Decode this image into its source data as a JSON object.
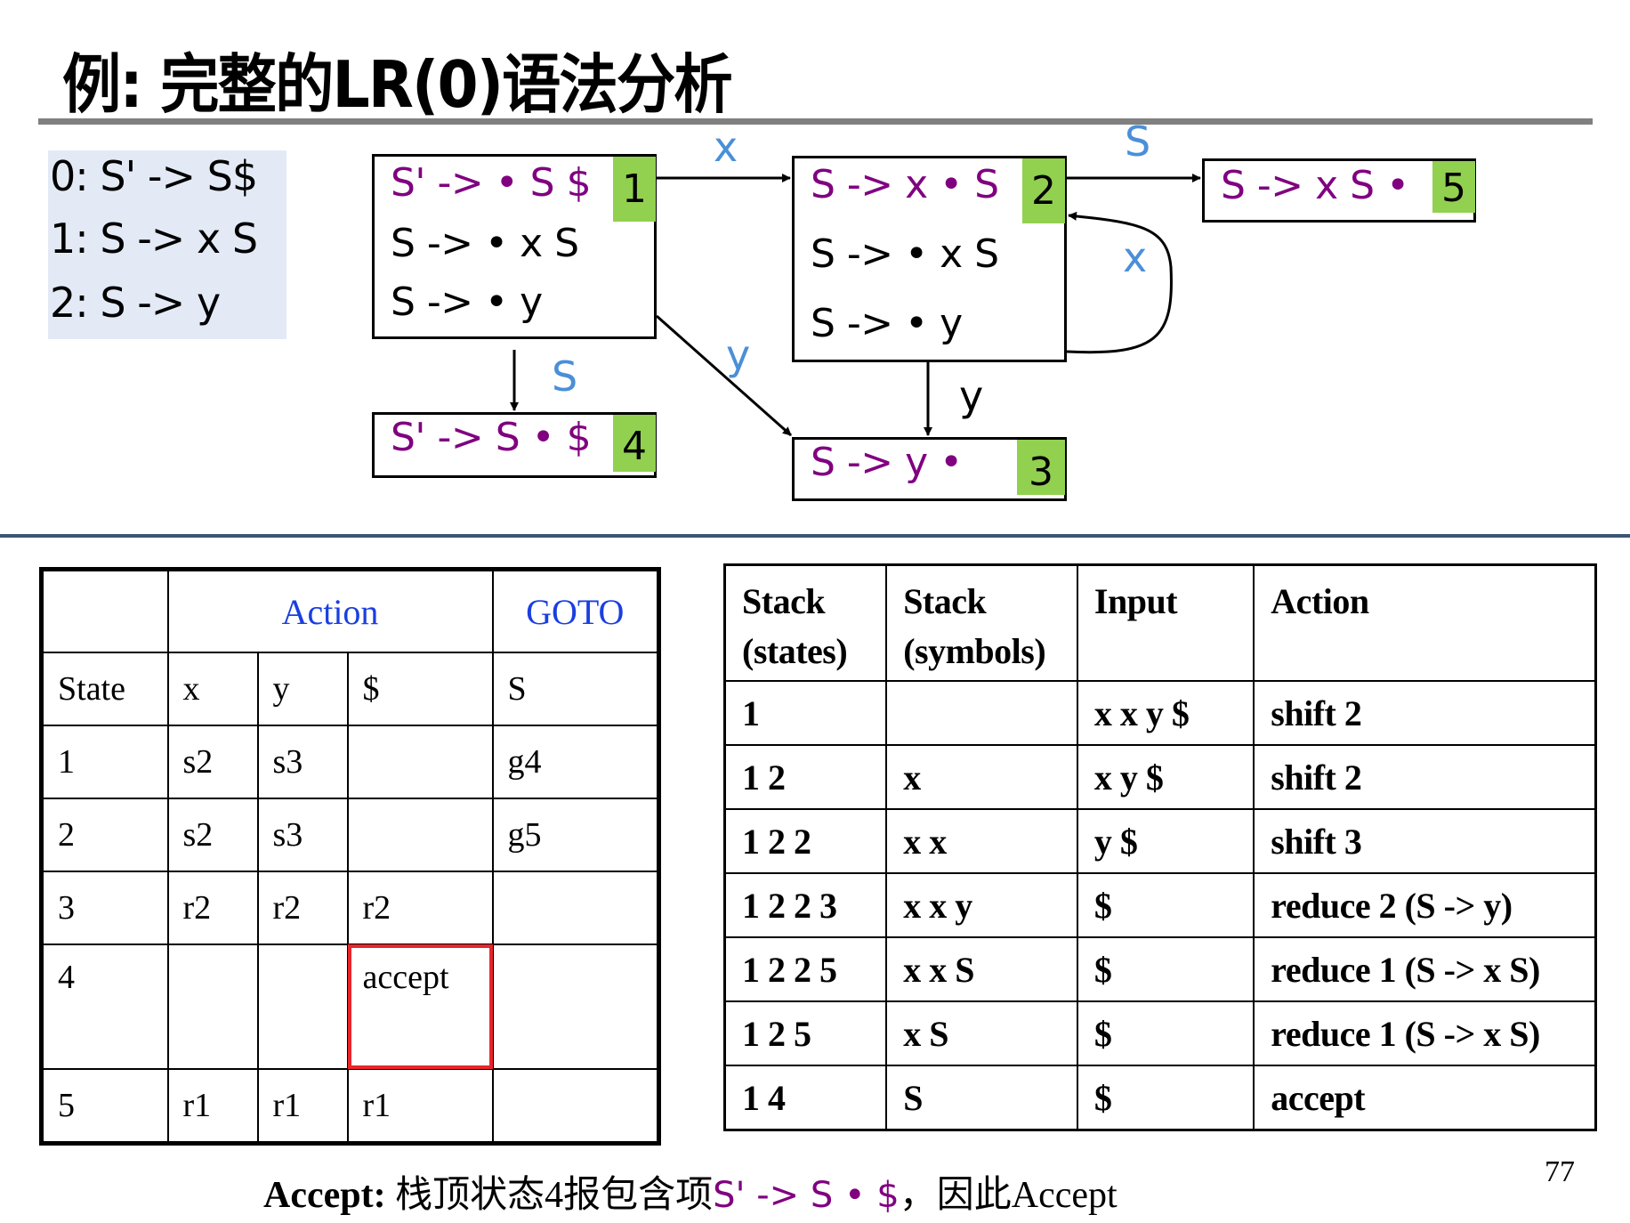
{
  "slide": {
    "title": "例: 完整的LR(0)语法分析",
    "page_number": "77"
  },
  "grammar": {
    "productions": [
      "0: S' -> S$",
      "1: S -> x S",
      "2: S -> y"
    ]
  },
  "automaton": {
    "states": [
      {
        "id": "1",
        "kernel": [
          "S' -> • S $"
        ],
        "closure": [
          "S -> • x S",
          "S -> • y"
        ]
      },
      {
        "id": "2",
        "kernel": [
          "S -> x • S"
        ],
        "closure": [
          "S -> • x S",
          "S -> • y"
        ]
      },
      {
        "id": "3",
        "kernel": [
          "S -> y •"
        ],
        "closure": []
      },
      {
        "id": "4",
        "kernel": [
          "S' -> S • $"
        ],
        "closure": []
      },
      {
        "id": "5",
        "kernel": [
          "S -> x S •"
        ],
        "closure": []
      }
    ],
    "transitions": [
      {
        "from": "1",
        "to": "2",
        "symbol": "x"
      },
      {
        "from": "2",
        "to": "5",
        "symbol": "S"
      },
      {
        "from": "2",
        "to": "2",
        "symbol": "x"
      },
      {
        "from": "1",
        "to": "4",
        "symbol": "S"
      },
      {
        "from": "1",
        "to": "3",
        "symbol": "y"
      },
      {
        "from": "2",
        "to": "3",
        "symbol": "y"
      }
    ],
    "colors": {
      "kernel": "#800080",
      "closure": "#000000",
      "badge": "#92d050",
      "edge_label": "#4a8fd8"
    }
  },
  "parse_table": {
    "group_headers": {
      "action": "Action",
      "goto": "GOTO"
    },
    "columns": [
      "State",
      "x",
      "y",
      "$",
      "S"
    ],
    "rows": [
      [
        "1",
        "s2",
        "s3",
        "",
        "g4"
      ],
      [
        "2",
        "s2",
        "s3",
        "",
        "g5"
      ],
      [
        "3",
        "r2",
        "r2",
        "r2",
        ""
      ],
      [
        "4",
        "",
        "",
        "accept",
        ""
      ],
      [
        "5",
        "r1",
        "r1",
        "r1",
        ""
      ]
    ],
    "highlighted_cell": {
      "state": "4",
      "column": "$",
      "color": "#e8262b"
    }
  },
  "trace_table": {
    "columns": [
      "Stack\n(states)",
      "Stack\n(symbols)",
      "Input",
      "Action"
    ],
    "column_lines": [
      [
        "Stack",
        "(states)"
      ],
      [
        "Stack",
        "(symbols)"
      ],
      [
        "Input"
      ],
      [
        "Action"
      ]
    ],
    "rows": [
      [
        "1",
        "",
        "x x y $",
        "shift 2"
      ],
      [
        "1 2",
        "x",
        "x y $",
        "shift 2"
      ],
      [
        "1 2 2",
        "x x",
        "y $",
        "shift 3"
      ],
      [
        "1 2 2 3",
        "x x y",
        "$",
        "reduce 2 (S -> y)"
      ],
      [
        "1 2 2 5",
        "x x S",
        "$",
        "reduce 1 (S -> x S)"
      ],
      [
        "1 2 5",
        "x S",
        "$",
        "reduce 1 (S -> x S)"
      ],
      [
        "1 4",
        "S",
        "$",
        "accept"
      ]
    ]
  },
  "footer": {
    "lead": "Accept:",
    "text_before": " 栈顶状态4报包含项",
    "item": "S' -> S • $",
    "text_after": "，因此Accept"
  }
}
